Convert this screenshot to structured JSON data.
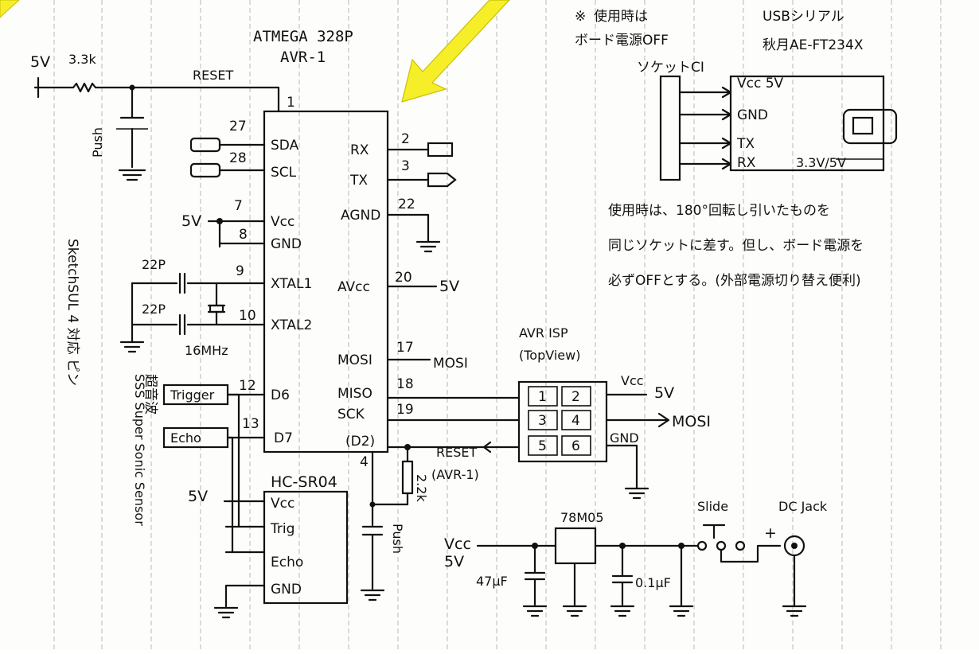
{
  "title": {
    "chip": "ATMEGA 328P",
    "board": "AVR-1"
  },
  "colors": {
    "ink": "#111111",
    "paper": "#fdfdfb",
    "ruled_lines": "#b8b8b8",
    "arrow": "#f7ee2a"
  },
  "power_reset": {
    "supply": "5V",
    "resistor": "3.3k",
    "reset_net": "RESET",
    "button": "Push"
  },
  "mcu": {
    "pins": [
      {
        "num": "1",
        "name": ""
      },
      {
        "num": "27",
        "name": "SDA"
      },
      {
        "num": "28",
        "name": "SCL"
      },
      {
        "num": "7",
        "name": "Vcc"
      },
      {
        "num": "8",
        "name": "GND"
      },
      {
        "num": "9",
        "name": "XTAL1"
      },
      {
        "num": "10",
        "name": "XTAL2"
      },
      {
        "num": "12",
        "name": "D6"
      },
      {
        "num": "13",
        "name": "D7"
      },
      {
        "num": "2",
        "name": "RX"
      },
      {
        "num": "3",
        "name": "TX"
      },
      {
        "num": "22",
        "name": "AGND"
      },
      {
        "num": "20",
        "name": "AVcc"
      },
      {
        "num": "17",
        "name": "MOSI"
      },
      {
        "num": "18",
        "name": "MISO"
      },
      {
        "num": "19",
        "name": "SCK"
      },
      {
        "num": "",
        "name": "(D2)"
      },
      {
        "num": "4",
        "name": ""
      }
    ],
    "vcc_label": "5V",
    "avcc_label": "5V",
    "mosi_net": "MOSI"
  },
  "crystal": {
    "cap1": "22P",
    "cap2": "22P",
    "freq": "16MHz"
  },
  "sensor": {
    "name": "HC-SR04",
    "pins": [
      "Vcc",
      "Trig",
      "Echo",
      "GND"
    ],
    "supply": "5V",
    "signals": [
      "Trigger",
      "Echo"
    ],
    "side_label_1": "SSS Super Sonic Sensor",
    "side_label_2": "超音波"
  },
  "isp": {
    "title": "AVR ISP",
    "subtitle": "(TopView)",
    "cells": [
      "1",
      "2",
      "3",
      "4",
      "5",
      "6"
    ],
    "vcc_label": "Vcc",
    "vcc_value": "5V",
    "mosi": "MOSI",
    "gnd": "GND",
    "reset_label": "RESET",
    "reset_target": "(AVR-1)"
  },
  "pulldown": {
    "resistor": "2.2k",
    "switch_label": "Push"
  },
  "regulator": {
    "part": "78M05",
    "vcc_label": "Vcc",
    "vcc_value": "5V",
    "cap_electrolytic": "47μF",
    "cap_ceramic": "0.1μF",
    "switch": "Slide",
    "jack": "DC Jack"
  },
  "usb_serial": {
    "note_mark": "※",
    "note_1": "使用時は",
    "note_2": "ボード電源OFF",
    "header": "ソケットCI",
    "title": "USBシリアル",
    "module": "秋月AE-FT234X",
    "pins": [
      "Vcc 5V",
      "GND",
      "TX",
      "RX"
    ],
    "pin_note": "3.3V/5V",
    "desc_1": "使用時は、180°回転し引いたものを",
    "desc_2": "同じソケットに差す。但し、ボード電源を",
    "desc_3": "必ずOFFとする。(外部電源切り替え便利)"
  },
  "side_note": {
    "text": "SketchSUL 4 対応 ピン"
  }
}
